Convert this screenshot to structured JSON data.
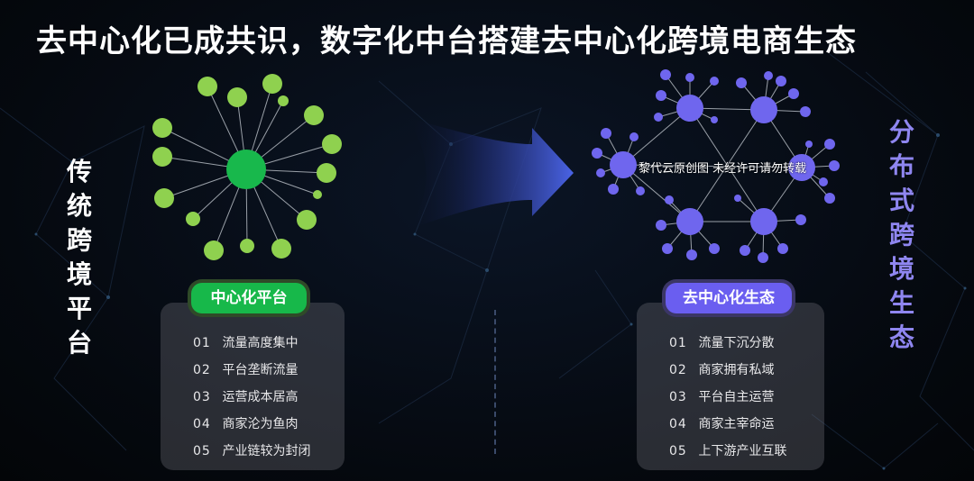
{
  "title": "去中心化已成共识，数字化中台搭建去中心化跨境电商生态",
  "left_label": "传统跨境平台",
  "right_label": "分布式跨境生态",
  "left_badge": "中心化平台",
  "right_badge": "去中心化生态",
  "watermark": "黎代云原创图 未经许可请勿转载",
  "colors": {
    "green": "#8fd14f",
    "green_hub": "#18b84c",
    "purple": "#6f66ee",
    "purple_text": "#8f86f0",
    "arrow": "#3f5ad8"
  },
  "left_list": [
    {
      "num": "01",
      "text": "流量高度集中"
    },
    {
      "num": "02",
      "text": "平台垄断流量"
    },
    {
      "num": "03",
      "text": "运营成本居高"
    },
    {
      "num": "04",
      "text": "商家沦为鱼肉"
    },
    {
      "num": "05",
      "text": "产业链较为封闭"
    }
  ],
  "right_list": [
    {
      "num": "01",
      "text": "流量下沉分散"
    },
    {
      "num": "02",
      "text": "商家拥有私域"
    },
    {
      "num": "03",
      "text": "平台自主运营"
    },
    {
      "num": "04",
      "text": "商家主宰命运"
    },
    {
      "num": "05",
      "text": "上下游产业互联"
    }
  ]
}
